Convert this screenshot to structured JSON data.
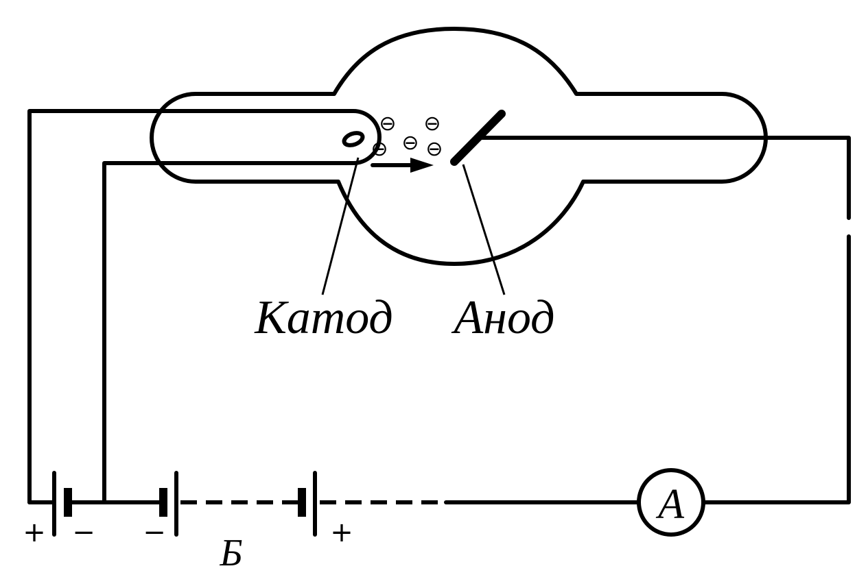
{
  "labels": {
    "cathode": "Катод",
    "anode": "Анод",
    "battery": "Б",
    "ammeter": "А"
  },
  "electron_symbol": "⊖",
  "polarity": {
    "plus": "+",
    "minus": "−"
  }
}
